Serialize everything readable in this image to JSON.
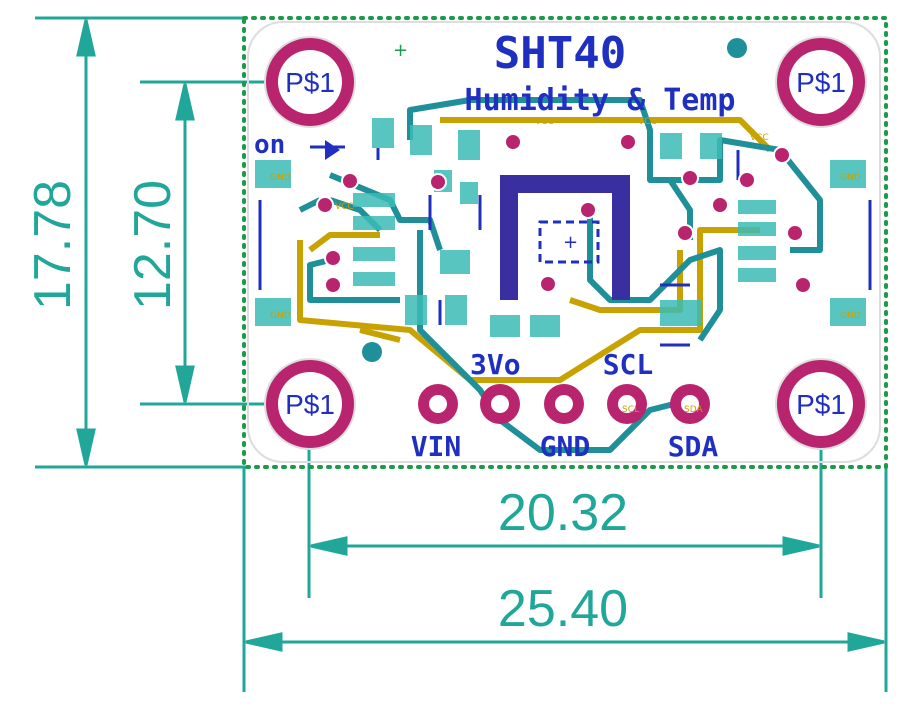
{
  "board": {
    "title": "SHT40",
    "subtitle": "Humidity & Temp",
    "on_label": "on",
    "voltage_label": "3Vo",
    "scl_label": "SCL",
    "bottom_labels": [
      "VIN",
      "GND",
      "SDA"
    ],
    "mount_label": "P$1",
    "colors": {
      "dimension": "#21a79a",
      "silkscreen": "#1f2fbf",
      "pad": "#b8246e",
      "copper_top": "#c8a200",
      "copper_bottom": "#1f8f9a",
      "outline": "#1a9a4a"
    }
  },
  "dimensions": {
    "height_outer": "17.78",
    "height_inner": "12.70",
    "width_inner": "20.32",
    "width_outer": "25.40"
  },
  "pin_labels": [
    "VCC",
    "GND",
    "SCL",
    "SDA"
  ]
}
